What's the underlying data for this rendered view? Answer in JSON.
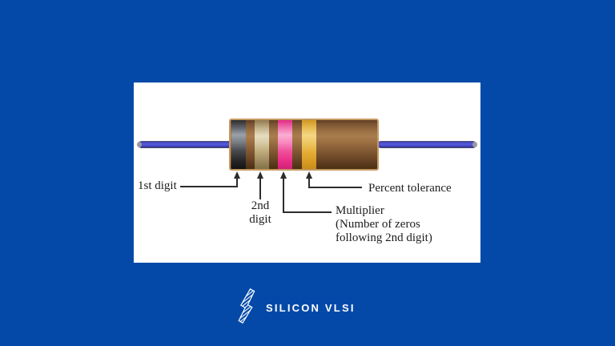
{
  "page": {
    "background_color": "#0449a8",
    "card_color": "#ffffff"
  },
  "diagram": {
    "title_implied": "Resistor color code bands",
    "labels": {
      "first_digit": "1st digit",
      "second_digit": [
        "2nd",
        "digit"
      ],
      "multiplier": [
        "Multiplier",
        "(Number of zeros",
        "following 2nd digit)"
      ],
      "percent_tolerance": "Percent tolerance"
    },
    "bands": [
      {
        "name": "1st digit band",
        "color": "#3a3d44"
      },
      {
        "name": "2nd digit band",
        "color": "#d8cca6"
      },
      {
        "name": "multiplier band",
        "color": "#f0479a"
      },
      {
        "name": "percent tolerance band",
        "color": "#e9b53c"
      }
    ],
    "body_color": "#8a5f38",
    "lead_color": "#4145c8"
  },
  "footer": {
    "brand": "SILICON VLSI"
  }
}
